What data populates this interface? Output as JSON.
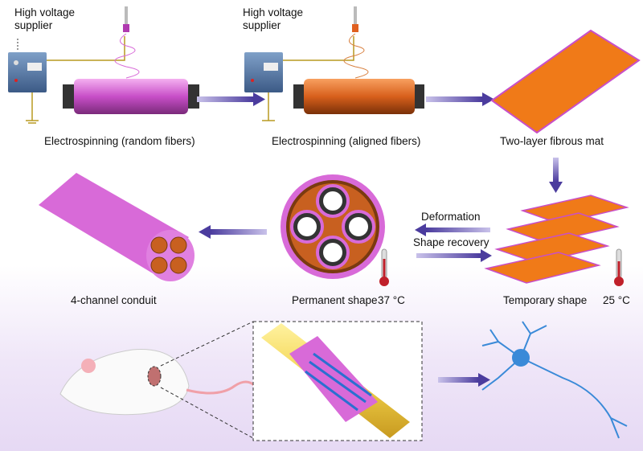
{
  "stage1": {
    "supplier_line1": "High voltage",
    "supplier_line2": "supplier",
    "caption": "Electrospinning (random fibers)"
  },
  "stage2": {
    "supplier_line1": "High voltage",
    "supplier_line2": "supplier",
    "caption": "Electrospinning (aligned fibers)"
  },
  "stage3": {
    "caption": "Two-layer fibrous mat"
  },
  "stage4": {
    "caption": "Temporary shape",
    "temperature": "25 °C"
  },
  "stage5": {
    "caption": "Permanent shape",
    "temperature": "37 °C"
  },
  "stage6": {
    "caption": "4-channel conduit"
  },
  "transition": {
    "forward": "Deformation",
    "backward": "Shape recovery"
  },
  "colors": {
    "arrow": "#5a4aa8",
    "fiber_pink": "#d86ad8",
    "mat_orange": "#f07a18",
    "conduit_yellow": "#f2d24a",
    "neuron_blue": "#3a8ad8"
  }
}
